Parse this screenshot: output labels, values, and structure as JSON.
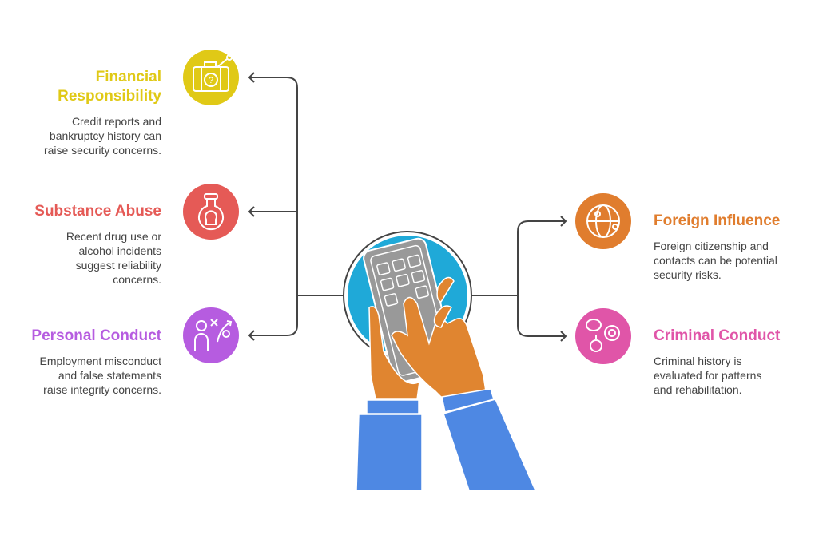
{
  "colors": {
    "financial": "#E0C916",
    "substance": "#E55A56",
    "personal": "#B65CE0",
    "foreign": "#E07D2E",
    "criminal": "#E055A8",
    "center": "#1FA9D8",
    "hand": "#E08530",
    "sleeve": "#4E88E3",
    "device": "#999999"
  },
  "items": [
    {
      "title": "Financial Responsibility",
      "desc": "Credit reports and bankruptcy history can raise security concerns.",
      "icon": "briefcase-question-icon"
    },
    {
      "title": "Substance Abuse",
      "desc": "Recent drug use or alcohol incidents suggest reliability concerns.",
      "icon": "poison-flask-icon"
    },
    {
      "title": "Personal Conduct",
      "desc": "Employment misconduct and false statements raise integrity concerns.",
      "icon": "person-strategy-icon"
    },
    {
      "title": "Foreign Influence",
      "desc": "Foreign citizenship and contacts can be potential security risks.",
      "icon": "globe-network-icon"
    },
    {
      "title": "Criminal Conduct",
      "desc": "Criminal history is evaluated for patterns and rehabilitation.",
      "icon": "handcuffs-icon"
    }
  ]
}
